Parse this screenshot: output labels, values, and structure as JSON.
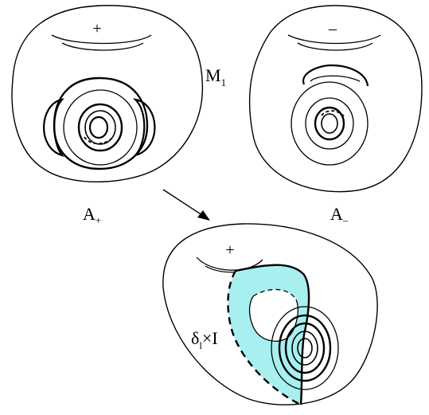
{
  "figure": {
    "manifold_label": {
      "base": "M",
      "sub": "1"
    },
    "left_surface": {
      "sign": "+",
      "label": {
        "base": "A",
        "sub": "+"
      }
    },
    "right_surface": {
      "sign": "–",
      "label": {
        "base": "A",
        "sub": "–"
      }
    },
    "bottom_surface": {
      "sign": "+",
      "band_label": {
        "base": "δ",
        "sub": "l",
        "suffix": "×I"
      }
    },
    "colors": {
      "line": "#000000",
      "band_fill": "#a8f0f0",
      "background": "#ffffff"
    }
  }
}
